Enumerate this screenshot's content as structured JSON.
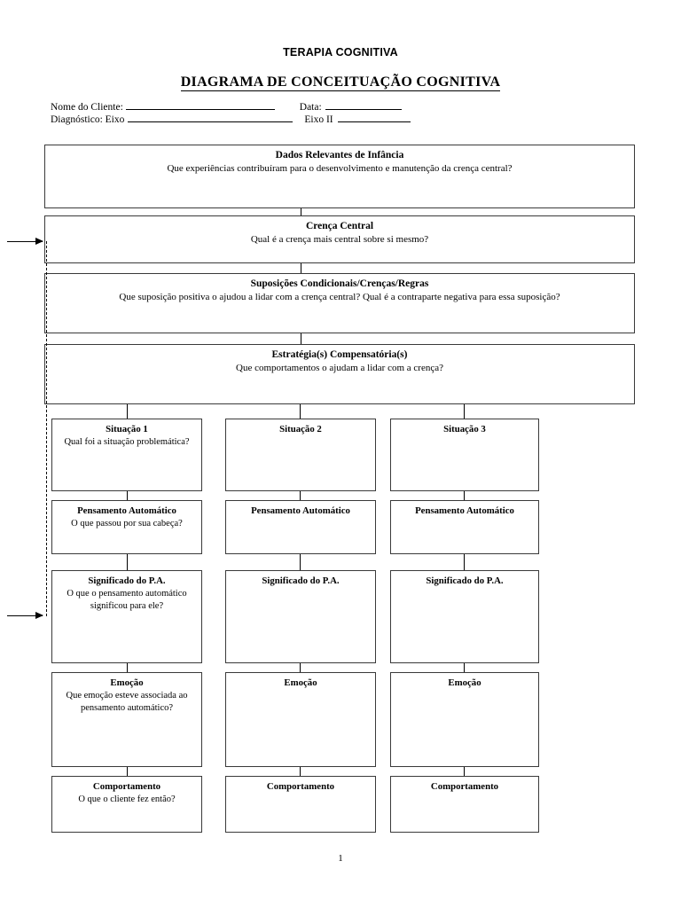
{
  "document": {
    "title": "TERAPIA COGNITIVA",
    "subtitle": "DIAGRAMA DE CONCEITUAÇÃO COGNITIVA",
    "page_number": "1"
  },
  "identification": {
    "client_name_label": "Nome do Cliente:",
    "client_name_value": "",
    "date_label": "Data:",
    "date_value": "",
    "diagnosis_label": "Diagnóstico: Eixo",
    "diagnosis_value": "",
    "axis2_label": "Eixo II",
    "axis2_value": ""
  },
  "main_boxes": [
    {
      "id": "dados-relevantes-de-infancia",
      "heading": "Dados Relevantes de Infância",
      "question": "Que experiências contribuíram para o desenvolvimento e manutenção da crença central?",
      "value": ""
    },
    {
      "id": "crenca-central",
      "heading": "Crença Central",
      "question": "Qual é a crença mais central sobre si mesmo?",
      "value": ""
    },
    {
      "id": "suposicoes-condicionais",
      "heading": "Suposições Condicionais/Crenças/Regras",
      "question": "Que suposição positiva o ajudou a lidar com a crença central? Qual é a contraparte negativa para essa suposição?",
      "value": ""
    },
    {
      "id": "estrategias-compensatorias",
      "heading": "Estratégia(s) Compensatória(s)",
      "question": "Que comportamentos o ajudam a lidar com a crença?",
      "value": ""
    }
  ],
  "columns": {
    "rows": [
      {
        "id": "situacao",
        "cells": [
          {
            "heading": "Situação 1",
            "question": "Qual foi a situação problemática?",
            "value": ""
          },
          {
            "heading": "Situação 2",
            "question": "",
            "value": ""
          },
          {
            "heading": "Situação 3",
            "question": "",
            "value": ""
          }
        ]
      },
      {
        "id": "pensamento-automatico",
        "cells": [
          {
            "heading": "Pensamento Automático",
            "question": "O que passou por sua cabeça?",
            "value": ""
          },
          {
            "heading": "Pensamento Automático",
            "question": "",
            "value": ""
          },
          {
            "heading": "Pensamento Automático",
            "question": "",
            "value": ""
          }
        ]
      },
      {
        "id": "significado-do-pa",
        "cells": [
          {
            "heading": "Significado do P.A.",
            "question": "O que o pensamento automático significou para ele?",
            "value": ""
          },
          {
            "heading": "Significado do P.A.",
            "question": "",
            "value": ""
          },
          {
            "heading": "Significado do P.A.",
            "question": "",
            "value": ""
          }
        ]
      },
      {
        "id": "emocao",
        "cells": [
          {
            "heading": "Emoção",
            "question": "Que emoção esteve associada ao pensamento automático?",
            "value": ""
          },
          {
            "heading": "Emoção",
            "question": "",
            "value": ""
          },
          {
            "heading": "Emoção",
            "question": "",
            "value": ""
          }
        ]
      },
      {
        "id": "comportamento",
        "cells": [
          {
            "heading": "Comportamento",
            "question": "O que o cliente fez então?",
            "value": ""
          },
          {
            "heading": "Comportamento",
            "question": "",
            "value": ""
          },
          {
            "heading": "Comportamento",
            "question": "",
            "value": ""
          }
        ]
      }
    ]
  },
  "colors": {
    "ink": "#000000",
    "box_border": "#3a3a3a",
    "paper": "#ffffff"
  }
}
